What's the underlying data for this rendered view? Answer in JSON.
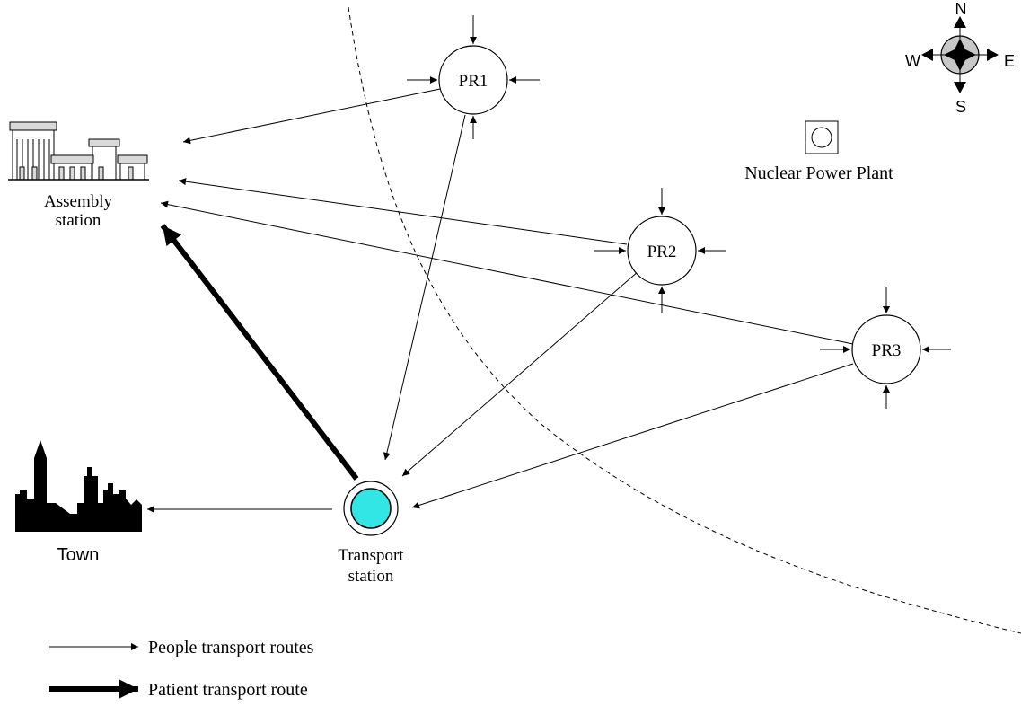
{
  "nodes": {
    "pr1": "PR1",
    "pr2": "PR2",
    "pr3": "PR3"
  },
  "labels": {
    "nuclear_power_plant": "Nuclear Power Plant",
    "assembly_line1": "Assembly",
    "assembly_line2": "station",
    "transport_line1": "Transport",
    "transport_line2": "station",
    "town": "Town"
  },
  "compass": {
    "north": "N",
    "south": "S",
    "east": "E",
    "west": "W"
  },
  "legend": {
    "people_routes": "People transport routes",
    "patient_route": "Patient transport route"
  },
  "colors": {
    "transport_station_fill": "#33e6e6",
    "compass_fill": "#c8c8c8",
    "building_fill": "#d9d9d9",
    "stroke": "#000000"
  }
}
